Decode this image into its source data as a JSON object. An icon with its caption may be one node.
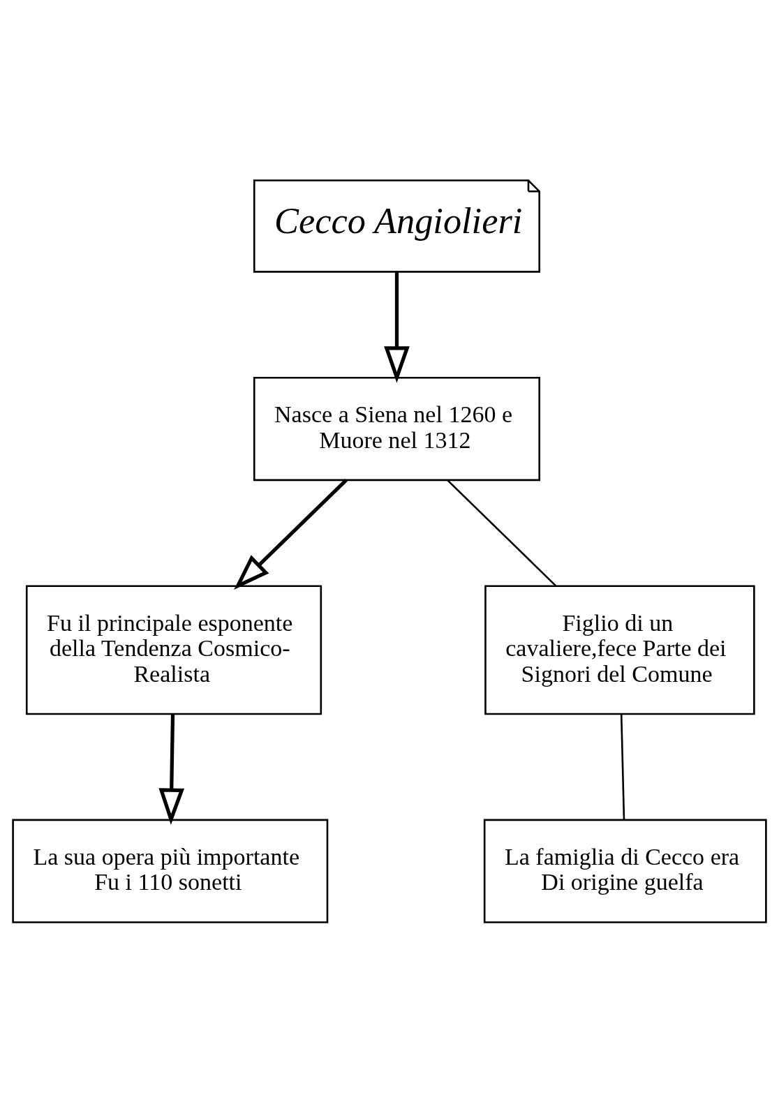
{
  "diagram": {
    "nodes": [
      {
        "text": [
          "Cecco Angiolieri"
        ]
      },
      {
        "text": [
          "Nasce a Siena nel 1260 e Muore nel 1312"
        ]
      },
      {
        "text": [
          "Fu il principale esponente della Tendenza Cosmico-Realista"
        ]
      },
      {
        "text": [
          "Figlio di un cavaliere,fece Parte dei Signori del Comune"
        ]
      },
      {
        "text": [
          "La sua opera più importante Fu i 110 sonetti"
        ]
      },
      {
        "text": [
          "La famiglia di Cecco era Di origine guelfa"
        ]
      }
    ],
    "edges": [
      {
        "from": 0,
        "to": 1,
        "arrow": "to"
      },
      {
        "from": 1,
        "to": 3,
        "arrow": "none"
      },
      {
        "from": 1,
        "to": 2,
        "arrow": "to"
      },
      {
        "from": 2,
        "to": 4,
        "arrow": "to"
      },
      {
        "from": 3,
        "to": 5,
        "arrow": "none"
      }
    ]
  }
}
